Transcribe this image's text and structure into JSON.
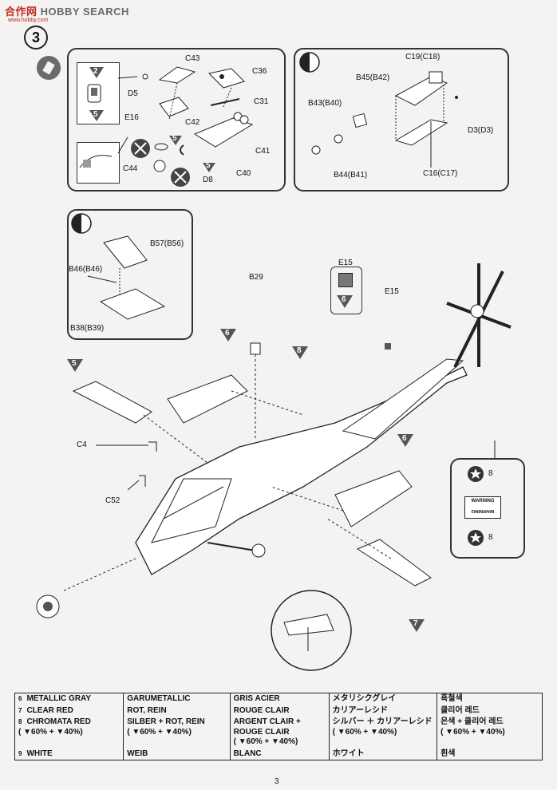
{
  "watermark": {
    "part1": "合作网",
    "part2": "HOBBY SEARCH",
    "sub": "www.hobby.com"
  },
  "step_number": "3",
  "page_number": "3",
  "labels": {
    "c43": "C43",
    "c36": "C36",
    "d5": "D5",
    "c31": "C31",
    "e16": "E16",
    "c42": "C42",
    "c41": "C41",
    "c44": "C44",
    "c40": "C40",
    "d8": "D8",
    "c19": "C19(C18)",
    "b45": "B45(B42)",
    "b43": "B43(B40)",
    "d3": "D3(D3)",
    "b44": "B44(B41)",
    "c16": "C16(C17)",
    "b57": "B57(B56)",
    "b46": "B46(B46)",
    "b38": "B38(B39)",
    "b29": "B29",
    "e15a": "E15",
    "e15b": "E15",
    "c4": "C4",
    "c52": "C52"
  },
  "callouts": {
    "n2": "2",
    "n5a": "5",
    "n5b": "5",
    "n5c": "5",
    "n5d": "5",
    "n6a": "6",
    "n6b": "6",
    "n6c": "6",
    "n7": "7",
    "n8a": "8",
    "n8b": "8",
    "n8c": "8"
  },
  "decal": {
    "line1": "WARNING",
    "line2": "WARNING"
  },
  "legend": [
    {
      "num": "6",
      "cells": [
        "METALLIC GRAY",
        "GARUMETALLIC",
        "GRIS ACIER",
        "メタリシクグレイ",
        "흑철색"
      ]
    },
    {
      "num": "7",
      "cells": [
        "CLEAR RED",
        "ROT, REIN",
        "ROUGE CLAIR",
        "カリアーレシド",
        "클리어 레드"
      ]
    },
    {
      "num": "8",
      "cells": [
        "CHROMATA RED",
        "SILBER + ROT, REIN",
        "ARGENT CLAIR + ROUGE CLAIR",
        "シルバー ＋ カリアーレシド",
        "은색 + 클리어 레드"
      ],
      "sub": [
        "( ▼60% + ▼40%)",
        "( ▼60% + ▼40%)",
        "( ▼60% + ▼40%)",
        "( ▼60% + ▼40%)",
        "( ▼60% + ▼40%)"
      ]
    },
    {
      "num": "9",
      "cells": [
        "WHITE",
        "WEIB",
        "BLANC",
        "ホワイト",
        "흰색"
      ]
    }
  ]
}
